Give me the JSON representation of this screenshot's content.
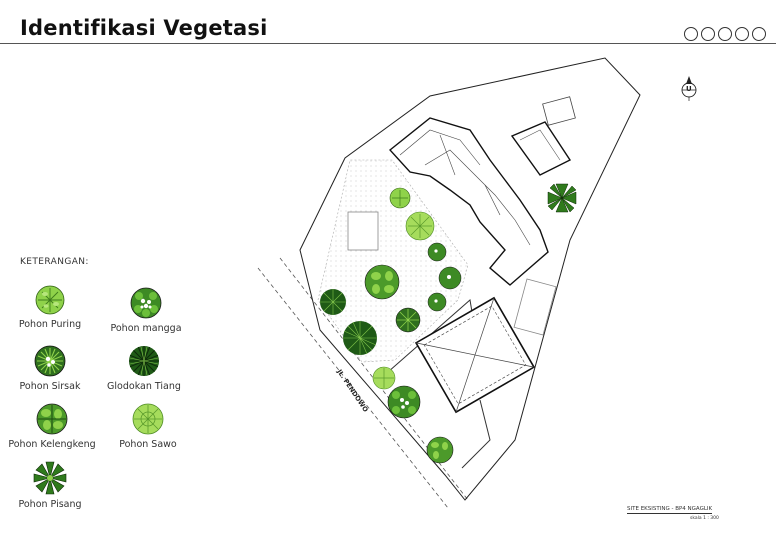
{
  "header": {
    "title": "Identifikasi Vegetasi",
    "decor_circles": 5
  },
  "legend": {
    "title": "KETERANGAN:",
    "items": [
      {
        "label": "Pohon Puring",
        "icon": "puring-tree-icon"
      },
      {
        "label": "Pohon mangga",
        "icon": "mangga-tree-icon"
      },
      {
        "label": "Pohon Sirsak",
        "icon": "sirsak-tree-icon"
      },
      {
        "label": "Glodokan Tiang",
        "icon": "glodokan-tree-icon"
      },
      {
        "label": "Pohon Kelengkeng",
        "icon": "kelengkeng-tree-icon"
      },
      {
        "label": "Pohon Sawo",
        "icon": "sawo-tree-icon"
      },
      {
        "label": "Pohon Pisang",
        "icon": "pisang-tree-icon"
      }
    ]
  },
  "site": {
    "road_label": "JL. PENDOWO",
    "north_label": "U",
    "caption": "SITE EKSISTING - BP4 NGAGLIK",
    "scale": "skala 1 : 300"
  },
  "colors": {
    "leaf_light": "#8fd24a",
    "leaf_mid": "#5cae2e",
    "leaf_dark": "#2e7a1c",
    "outline": "#1a1a1a"
  }
}
